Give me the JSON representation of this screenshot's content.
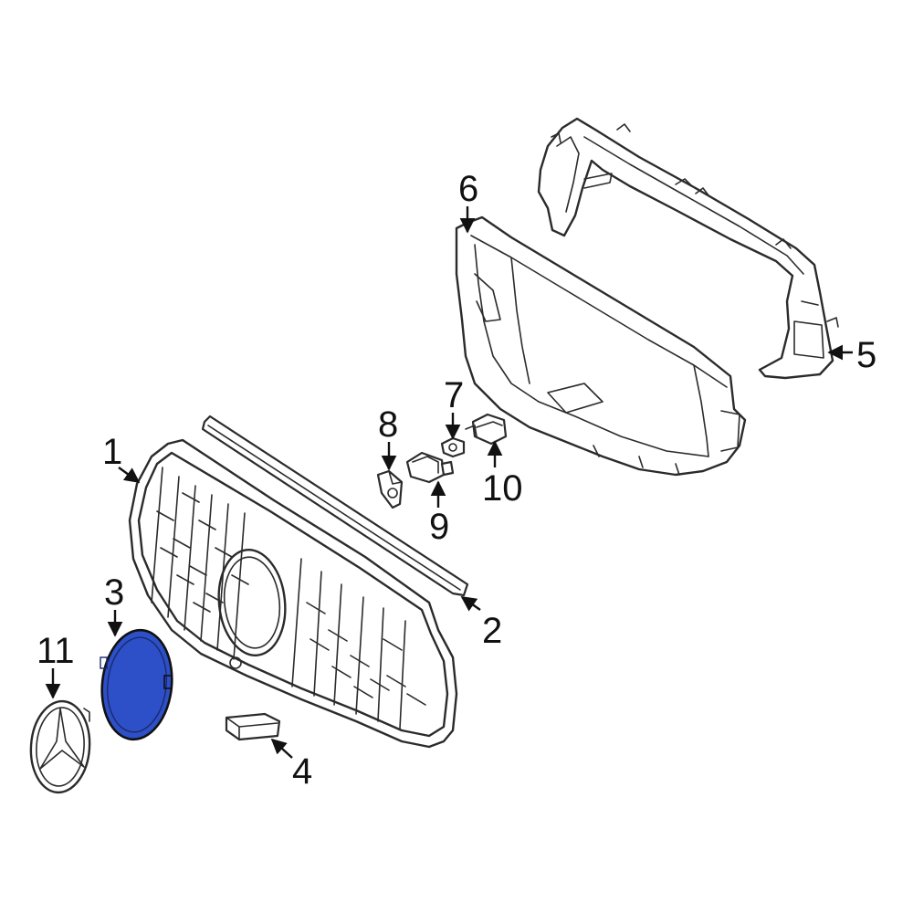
{
  "callouts": {
    "c1": "1",
    "c2": "2",
    "c3": "3",
    "c4": "4",
    "c5": "5",
    "c6": "6",
    "c7": "7",
    "c8": "8",
    "c9": "9",
    "c10": "10",
    "c11": "11"
  },
  "highlight": {
    "part": "3",
    "color": "#2d4fc7"
  }
}
